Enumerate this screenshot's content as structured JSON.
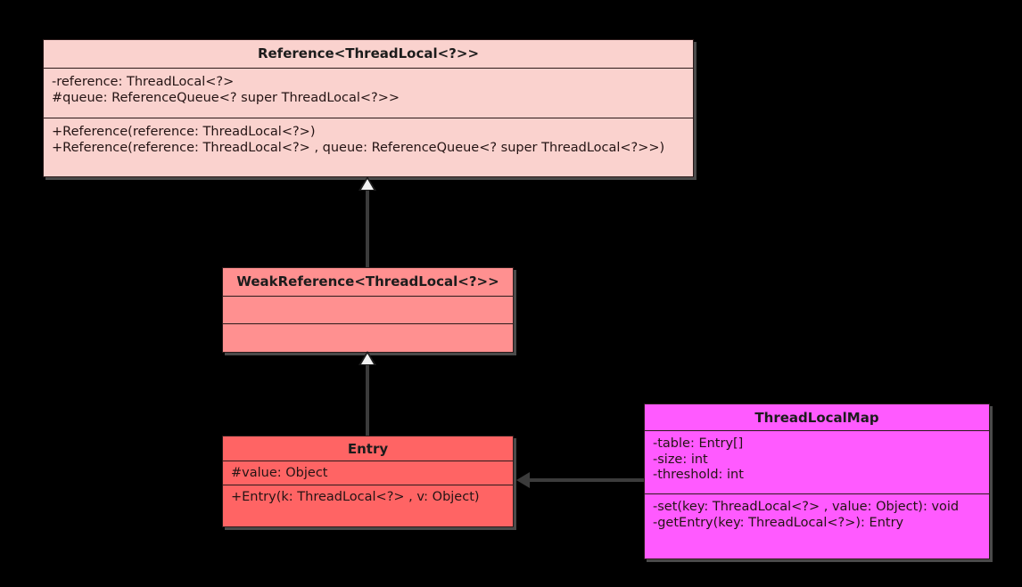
{
  "diagram": {
    "title": "ThreadLocal / ThreadLocalMap UML class diagram",
    "background_color": "#000000",
    "classes": [
      {
        "id": "reference",
        "name": "Reference<ThreadLocal<?>>",
        "fill_color": "#fad2ce",
        "attributes": [
          "-reference: ThreadLocal<?>",
          "#queue: ReferenceQueue<? super ThreadLocal<?>>"
        ],
        "operations": [
          "+Reference(reference: ThreadLocal<?>)",
          "+Reference(reference: ThreadLocal<?> , queue: ReferenceQueue<? super ThreadLocal<?>>)"
        ]
      },
      {
        "id": "weakreference",
        "name": "WeakReference<ThreadLocal<?>>",
        "fill_color": "#ff9090",
        "attributes": [],
        "operations": []
      },
      {
        "id": "entry",
        "name": "Entry",
        "fill_color": "#ff6464",
        "attributes": [
          "#value: Object"
        ],
        "operations": [
          "+Entry(k: ThreadLocal<?> , v: Object)"
        ]
      },
      {
        "id": "threadlocalmap",
        "name": "ThreadLocalMap",
        "fill_color": "#ff5aff",
        "attributes": [
          "-table: Entry[]",
          "-size: int",
          "-threshold: int"
        ],
        "operations": [
          "-set(key: ThreadLocal<?> , value: Object): void",
          "-getEntry(key: ThreadLocal<?>): Entry"
        ]
      }
    ],
    "relationships": [
      {
        "id": "gen-weakref-to-reference",
        "type": "generalization",
        "from": "WeakReference<ThreadLocal<?>>",
        "to": "Reference<ThreadLocal<?>>",
        "label": ""
      },
      {
        "id": "gen-entry-to-weakref",
        "type": "generalization",
        "from": "Entry",
        "to": "WeakReference<ThreadLocal<?>>",
        "label": ""
      },
      {
        "id": "assoc-threadlocalmap-to-entry",
        "type": "association",
        "from": "ThreadLocalMap",
        "to": "Entry",
        "label": ""
      }
    ],
    "line_color": "#3b3b3b"
  }
}
